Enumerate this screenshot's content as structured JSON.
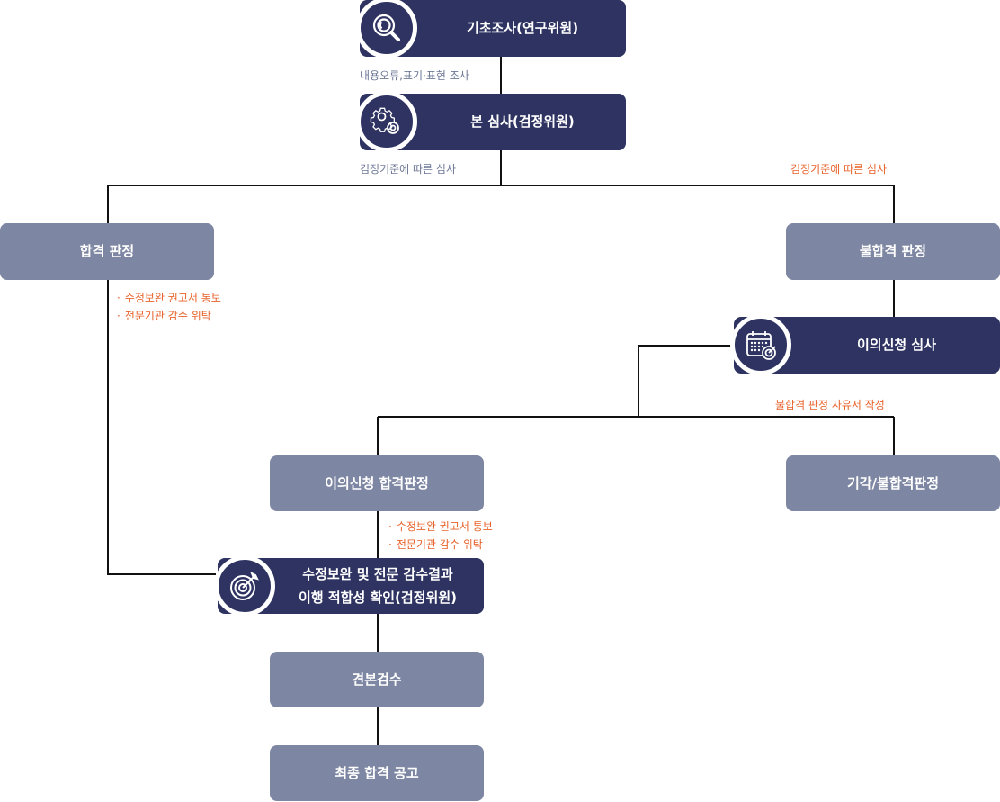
{
  "nodes": {
    "basic_survey": "기초조사(연구위원)",
    "main_review": "본 심사(검정위원)",
    "pass": "합격 판정",
    "fail": "불합격 판정",
    "appeal_review": "이의신청 심사",
    "appeal_pass": "이의신청 합격판정",
    "rejection": "기각/불합격판정",
    "verify_line1": "수정보완 및 전문 감수결과",
    "verify_line2": "이행 적합성 확인(검정위원)",
    "sample_check": "견본검수",
    "final_notice": "최종 합격 공고"
  },
  "notes": {
    "content_errors": "내용오류,표기·표현 조사",
    "criteria_left": "검정기준에 따른 심사",
    "criteria_right": "검정기준에 따른 심사",
    "reason_writing": "불합격 판정 사유서 작성"
  },
  "pass_bullets": [
    "수정보완 권고서 통보",
    "전문기관 감수 위탁"
  ],
  "appeal_bullets": [
    "수정보완 권고서 통보",
    "전문기관 감수 위탁"
  ],
  "icons": {
    "basic_survey": "magnifier-icon",
    "main_review": "gear-icon",
    "appeal_review": "calendar-target-icon",
    "verify": "target-icon"
  },
  "colors": {
    "dark_box": "#2e3362",
    "gray_box": "#7d86a2",
    "note_blue": "#6e7897",
    "note_orange": "#e8622a",
    "line": "#111111"
  }
}
